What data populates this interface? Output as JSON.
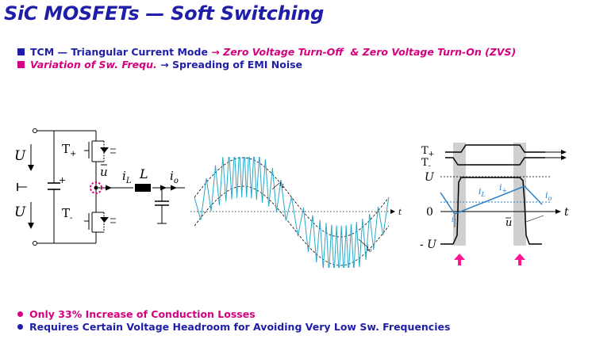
{
  "title": "SiC MOSFETs  —  Soft Switching",
  "bullets_top": [
    {
      "prefix": "TCM — Triangular  Current Mode",
      "arrow": "→",
      "part1": "Zero Voltage Turn-Off",
      "amp": "&",
      "part2": "Zero Voltage Turn-On (ZVS)"
    },
    {
      "prefix": "Variation of Sw. Frequ.",
      "arrow": "→",
      "suffix": "Spreading of EMI Noise"
    }
  ],
  "circuit": {
    "U_top": "U",
    "U_bot": "U",
    "T_plus": "T",
    "T_plus_sub": "+",
    "T_minus": "T",
    "T_minus_sub": "-",
    "u": "u",
    "iL": "i",
    "iL_sub": "L",
    "L": "L",
    "io": "i",
    "io_sub": "o",
    "plus": "+"
  },
  "waveform": {
    "iL": "i",
    "iL_sub": "L",
    "io": "i",
    "io_sub": "o",
    "t": "t"
  },
  "timing": {
    "T_plus": "T",
    "T_plus_sub": "+",
    "T_minus": "T",
    "T_minus_sub": "-",
    "U": "U",
    "zero": "0",
    "minus_U": "- U",
    "t": "t",
    "iL": "i",
    "iL_sub": "L",
    "i_plus": "i",
    "i_plus_sub": "+",
    "io": "i",
    "io_sub": "o",
    "iL2": "i",
    "iL2_sub": "L",
    "u": "u"
  },
  "bullets_bot": [
    {
      "part1": "Only 33% Increase of",
      "part2": "Conduction Losses"
    },
    {
      "text": "Requires Certain Voltage Headroom for Avoiding Very Low Sw. Frequencies"
    }
  ],
  "colors": {
    "navy": "#1f1ea8",
    "magenta": "#d5007f",
    "wave_blue": "#2aa8c8",
    "current_blue": "#2a7fc8"
  }
}
